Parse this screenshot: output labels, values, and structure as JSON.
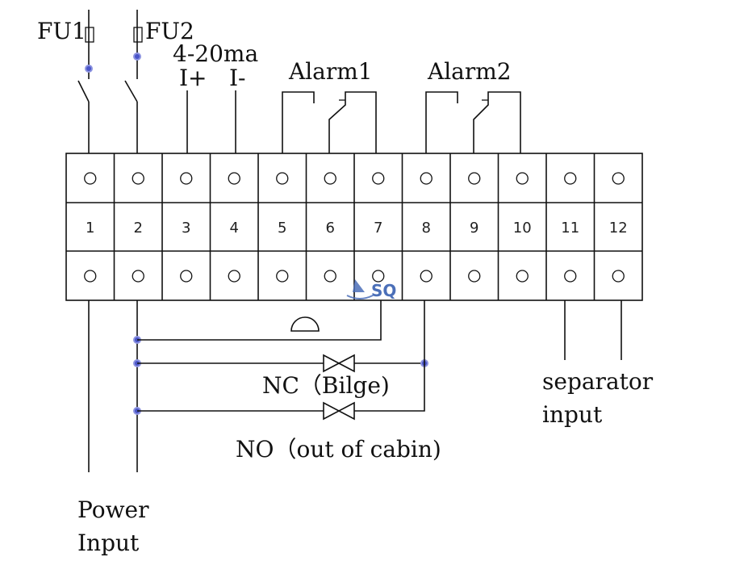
{
  "labels": {
    "fu1": "FU1",
    "fu2": "FU2",
    "current_loop": "4-20ma",
    "i_plus": "I+",
    "i_minus": "I-",
    "alarm1": "Alarm1",
    "alarm2": "Alarm2",
    "nc_bilge": "NC（Bilge)",
    "no_out_of_cabin": "NO（out of cabin)",
    "separator_line1": "separator",
    "separator_line2": "input",
    "power_line1": "Power",
    "power_line2": "Input",
    "watermark": "SQ"
  },
  "terminals": [
    "1",
    "2",
    "3",
    "4",
    "5",
    "6",
    "7",
    "8",
    "9",
    "10",
    "11",
    "12"
  ],
  "colors": {
    "line": "#111111",
    "node_dot": "#4a55c8",
    "watermark": "#4b6fb8"
  }
}
